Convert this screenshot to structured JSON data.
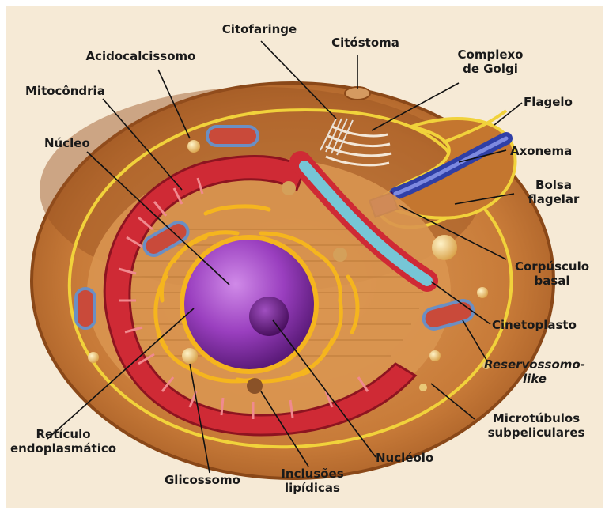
{
  "labels": {
    "citofaringe": "Citofaringe",
    "citostoma": "Citóstoma",
    "acidocalcissomo": "Acidocalcissomo",
    "complexo_golgi_1": "Complexo",
    "complexo_golgi_2": "de Golgi",
    "mitocondria": "Mitocôndria",
    "flagelo": "Flagelo",
    "nucleo": "Núcleo",
    "axonema": "Axonema",
    "bolsa_flagelar_1": "Bolsa",
    "bolsa_flagelar_2": "flagelar",
    "corpusculo_basal_1": "Corpúsculo",
    "corpusculo_basal_2": "basal",
    "cinetoplasto": "Cinetoplasto",
    "reservossomo_1": "Reservossomo-",
    "reservossomo_2": "like",
    "microtubulos_1": "Microtúbulos",
    "microtubulos_2": "subpeliculares",
    "reticulo_1": "Retículo",
    "reticulo_2": "endoplasmático",
    "nucleolo": "Nucléolo",
    "glicossomo": "Glicossomo",
    "inclusoes_1": "Inclusões",
    "inclusoes_2": "lipídicas"
  },
  "colors": {
    "background": "#f6ead6",
    "cytoplasm": "#b86a2a",
    "cell_edge": "#8a4818",
    "membrane": "#f1d23b",
    "mitochondria": "#cf2a35",
    "nucleus": "#9a3fbf",
    "nucleolus": "#5e1b74",
    "kinetoplast": "#76c6d6",
    "axoneme": "#2f3fa6",
    "basal_body": "#7a2a9a",
    "er": "#f5b51e"
  }
}
